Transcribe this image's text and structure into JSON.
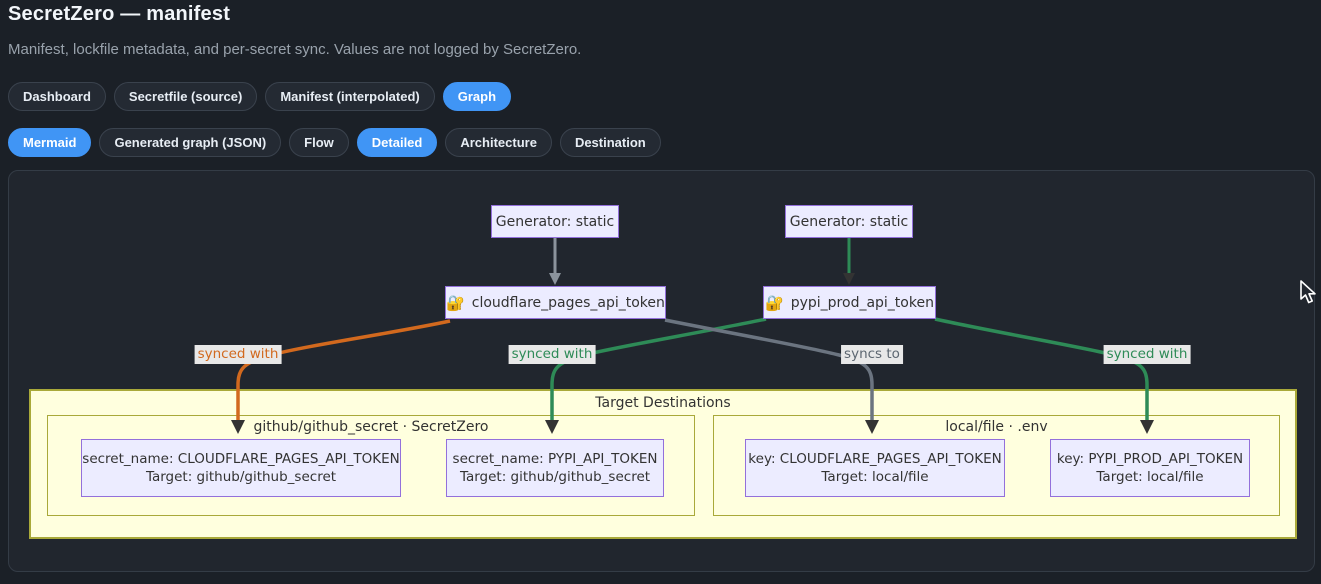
{
  "header": {
    "title": "SecretZero — manifest",
    "subtitle": "Manifest, lockfile metadata, and per-secret sync. Values are not logged by SecretZero."
  },
  "main_tabs": [
    {
      "label": "Dashboard",
      "active": false
    },
    {
      "label": "Secretfile (source)",
      "active": false
    },
    {
      "label": "Manifest (interpolated)",
      "active": false
    },
    {
      "label": "Graph",
      "active": true
    }
  ],
  "sub_tabs": [
    {
      "label": "Mermaid",
      "active": true
    },
    {
      "label": "Generated graph (JSON)",
      "active": false
    },
    {
      "label": "Flow",
      "active": false
    },
    {
      "label": "Detailed",
      "active": true
    },
    {
      "label": "Architecture",
      "active": false
    },
    {
      "label": "Destination",
      "active": false
    }
  ],
  "diagram": {
    "generators": [
      {
        "label": "Generator: static"
      },
      {
        "label": "Generator: static"
      }
    ],
    "secrets": [
      {
        "icon": "🔐",
        "label": "cloudflare_pages_api_token"
      },
      {
        "icon": "🔐",
        "label": "pypi_prod_api_token"
      }
    ],
    "edges": [
      {
        "label": "",
        "from": "generator-1",
        "to": "cloudflare_pages_api_token",
        "color": "#8B939C"
      },
      {
        "label": "",
        "from": "generator-2",
        "to": "pypi_prod_api_token",
        "color": "#2E8B57"
      },
      {
        "label": "synced with",
        "from": "cloudflare_pages_api_token",
        "to": "github/github_secret: CLOUDFLARE_PAGES_API_TOKEN",
        "color": "#D2691E"
      },
      {
        "label": "synced with",
        "from": "pypi_prod_api_token",
        "to": "github/github_secret: PYPI_API_TOKEN",
        "color": "#2E8B57"
      },
      {
        "label": "syncs to",
        "from": "cloudflare_pages_api_token",
        "to": "local/file: CLOUDFLARE_PAGES_API_TOKEN",
        "color": "#6B7480"
      },
      {
        "label": "synced with",
        "from": "pypi_prod_api_token",
        "to": "local/file: PYPI_PROD_API_TOKEN",
        "color": "#2E8B57"
      }
    ],
    "destinations": {
      "title": "Target Destinations",
      "groups": [
        {
          "title": "github/github_secret · SecretZero",
          "nodes": [
            {
              "line1": "secret_name: CLOUDFLARE_PAGES_API_TOKEN",
              "line2": "Target: github/github_secret"
            },
            {
              "line1": "secret_name: PYPI_API_TOKEN",
              "line2": "Target: github/github_secret"
            }
          ]
        },
        {
          "title": "local/file · .env",
          "nodes": [
            {
              "line1": "key: CLOUDFLARE_PAGES_API_TOKEN",
              "line2": "Target: local/file"
            },
            {
              "line1": "key: PYPI_PROD_API_TOKEN",
              "line2": "Target: local/file"
            }
          ]
        }
      ]
    }
  },
  "colors": {
    "accent_blue": "#4095F5",
    "node_fill": "#ECECFF",
    "node_border": "#9370DB",
    "cluster_fill": "#FFFFDE",
    "cluster_border": "#AAAA33",
    "edge_orange": "#D2691E",
    "edge_green": "#2E8B57",
    "edge_gray": "#6B7480",
    "edge_label_bg": "#E8E8E8"
  }
}
